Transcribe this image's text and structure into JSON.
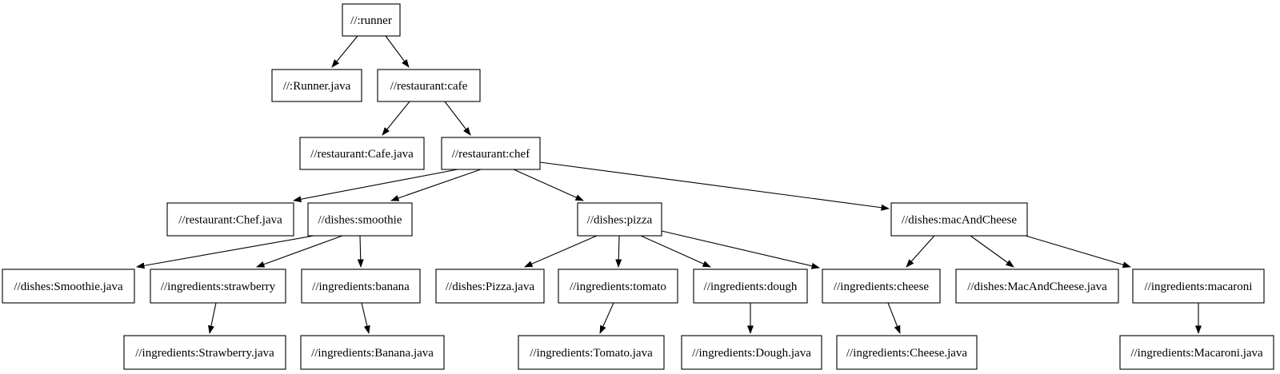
{
  "diagram": {
    "title": "bazel-target-dependency-graph",
    "background_color": "#ffffff",
    "node_fill_color": "#ffffff",
    "node_border_color": "#000000",
    "edge_color": "#000000",
    "nodes": [
      {
        "id": "runner",
        "label": "//:runner"
      },
      {
        "id": "runner-java",
        "label": "//:Runner.java"
      },
      {
        "id": "cafe",
        "label": "//restaurant:cafe"
      },
      {
        "id": "cafe-java",
        "label": "//restaurant:Cafe.java"
      },
      {
        "id": "chef",
        "label": "//restaurant:chef"
      },
      {
        "id": "chef-java",
        "label": "//restaurant:Chef.java"
      },
      {
        "id": "smoothie",
        "label": "//dishes:smoothie"
      },
      {
        "id": "pizza",
        "label": "//dishes:pizza"
      },
      {
        "id": "mac-and-cheese",
        "label": "//dishes:macAndCheese"
      },
      {
        "id": "smoothie-java",
        "label": "//dishes:Smoothie.java"
      },
      {
        "id": "strawberry",
        "label": "//ingredients:strawberry"
      },
      {
        "id": "banana",
        "label": "//ingredients:banana"
      },
      {
        "id": "pizza-java",
        "label": "//dishes:Pizza.java"
      },
      {
        "id": "tomato",
        "label": "//ingredients:tomato"
      },
      {
        "id": "dough",
        "label": "//ingredients:dough"
      },
      {
        "id": "cheese",
        "label": "//ingredients:cheese"
      },
      {
        "id": "mac-and-cheese-java",
        "label": "//dishes:MacAndCheese.java"
      },
      {
        "id": "macaroni",
        "label": "//ingredients:macaroni"
      },
      {
        "id": "strawberry-java",
        "label": "//ingredients:Strawberry.java"
      },
      {
        "id": "banana-java",
        "label": "//ingredients:Banana.java"
      },
      {
        "id": "tomato-java",
        "label": "//ingredients:Tomato.java"
      },
      {
        "id": "dough-java",
        "label": "//ingredients:Dough.java"
      },
      {
        "id": "cheese-java",
        "label": "//ingredients:Cheese.java"
      },
      {
        "id": "macaroni-java",
        "label": "//ingredients:Macaroni.java"
      }
    ],
    "edges": [
      {
        "from": "runner",
        "to": "runner-java"
      },
      {
        "from": "runner",
        "to": "cafe"
      },
      {
        "from": "cafe",
        "to": "cafe-java"
      },
      {
        "from": "cafe",
        "to": "chef"
      },
      {
        "from": "chef",
        "to": "chef-java"
      },
      {
        "from": "chef",
        "to": "smoothie"
      },
      {
        "from": "chef",
        "to": "pizza"
      },
      {
        "from": "chef",
        "to": "mac-and-cheese"
      },
      {
        "from": "smoothie",
        "to": "smoothie-java"
      },
      {
        "from": "smoothie",
        "to": "strawberry"
      },
      {
        "from": "smoothie",
        "to": "banana"
      },
      {
        "from": "pizza",
        "to": "pizza-java"
      },
      {
        "from": "pizza",
        "to": "tomato"
      },
      {
        "from": "pizza",
        "to": "dough"
      },
      {
        "from": "pizza",
        "to": "cheese"
      },
      {
        "from": "mac-and-cheese",
        "to": "cheese"
      },
      {
        "from": "mac-and-cheese",
        "to": "mac-and-cheese-java"
      },
      {
        "from": "mac-and-cheese",
        "to": "macaroni"
      },
      {
        "from": "strawberry",
        "to": "strawberry-java"
      },
      {
        "from": "banana",
        "to": "banana-java"
      },
      {
        "from": "tomato",
        "to": "tomato-java"
      },
      {
        "from": "dough",
        "to": "dough-java"
      },
      {
        "from": "cheese",
        "to": "cheese-java"
      },
      {
        "from": "macaroni",
        "to": "macaroni-java"
      }
    ]
  }
}
